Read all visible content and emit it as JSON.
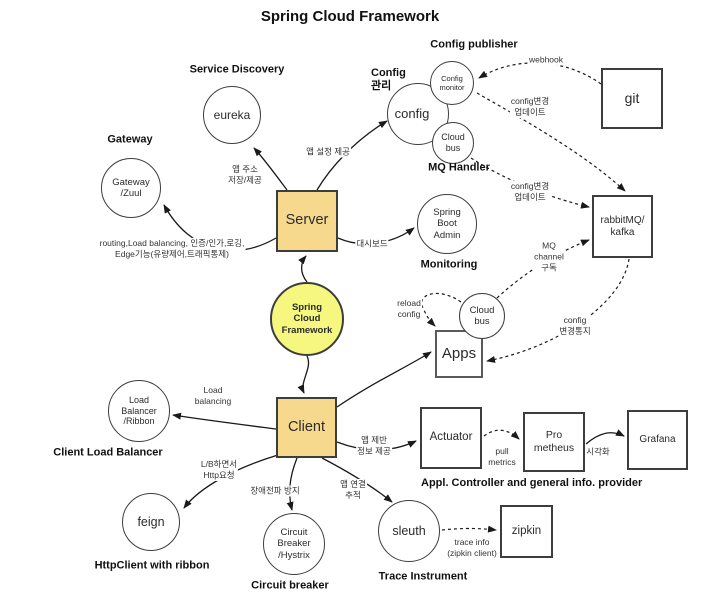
{
  "title": "Spring Cloud Framework",
  "colors": {
    "accent_box": "#F7D98E",
    "accent_circle": "#F5F77E",
    "stroke": "#1a1a1a"
  },
  "captions": {
    "config_publisher": "Config publisher",
    "service_discovery": "Service Discovery",
    "gateway": "Gateway",
    "config_mgmt": "Config\n관리",
    "mq_handler": "MQ Handler",
    "monitoring": "Monitoring",
    "client_load_balancer": "Client Load Balancer",
    "httpclient_ribbon": "HttpClient with ribbon",
    "circuit_breaker": "Circuit breaker",
    "trace_instrument": "Trace Instrument",
    "appl_controller": "Appl. Controller and general info. provider"
  },
  "nodes": {
    "server": {
      "label": "Server"
    },
    "client": {
      "label": "Client"
    },
    "scf": {
      "label": "Spring\nCloud\nFramework"
    },
    "eureka": {
      "label": "eureka"
    },
    "gateway_zuul": {
      "label": "Gateway\n/Zuul"
    },
    "config": {
      "label": "config"
    },
    "config_monitor": {
      "label": "Config\nmonitor"
    },
    "cloud_bus_top": {
      "label": "Cloud\nbus"
    },
    "git": {
      "label": "git"
    },
    "rabbitmq": {
      "label": "rabbitMQ/\nkafka"
    },
    "spring_boot_admin": {
      "label": "Spring\nBoot\nAdmin"
    },
    "apps": {
      "label": "Apps"
    },
    "cloud_bus_apps": {
      "label": "Cloud\nbus"
    },
    "load_balancer": {
      "label": "Load\nBalancer\n/Ribbon"
    },
    "feign": {
      "label": "feign"
    },
    "circuit_breaker": {
      "label": "Circuit\nBreaker\n/Hystrix"
    },
    "sleuth": {
      "label": "sleuth"
    },
    "actuator": {
      "label": "Actuator"
    },
    "prometheus": {
      "label": "Pro\nmetheus"
    },
    "grafana": {
      "label": "Grafana"
    },
    "zipkin": {
      "label": "zipkin"
    }
  },
  "edge_labels": {
    "webhook": "webhook",
    "config_update_top": "config변경\n업데이트",
    "config_update_mid": "config변경\n업데이트",
    "mq_channel": "MQ\nchannel\n구독",
    "config_notify": "config\n변경통지",
    "reload_config": "reload\nconfig",
    "dashboard": "대시보드",
    "app_config": "앱 설정 제공",
    "app_address": "앱 주소\n저장/제공",
    "routing": "routing,Load balancing, 인증/인가,로깅,\nEdge기능(유량제어,트래픽통제)",
    "load_balancing": "Load\nbalancing",
    "lb_http": "L/B하면서\nHttp요청",
    "fault_block": "장애전파 방지",
    "app_trace": "앱 연결\n추적",
    "app_info": "앱 제반\n정보 제공",
    "pull_metrics": "pull\nmetrics",
    "visualize": "시각화",
    "trace_info": "trace info\n(zipkin client)"
  }
}
